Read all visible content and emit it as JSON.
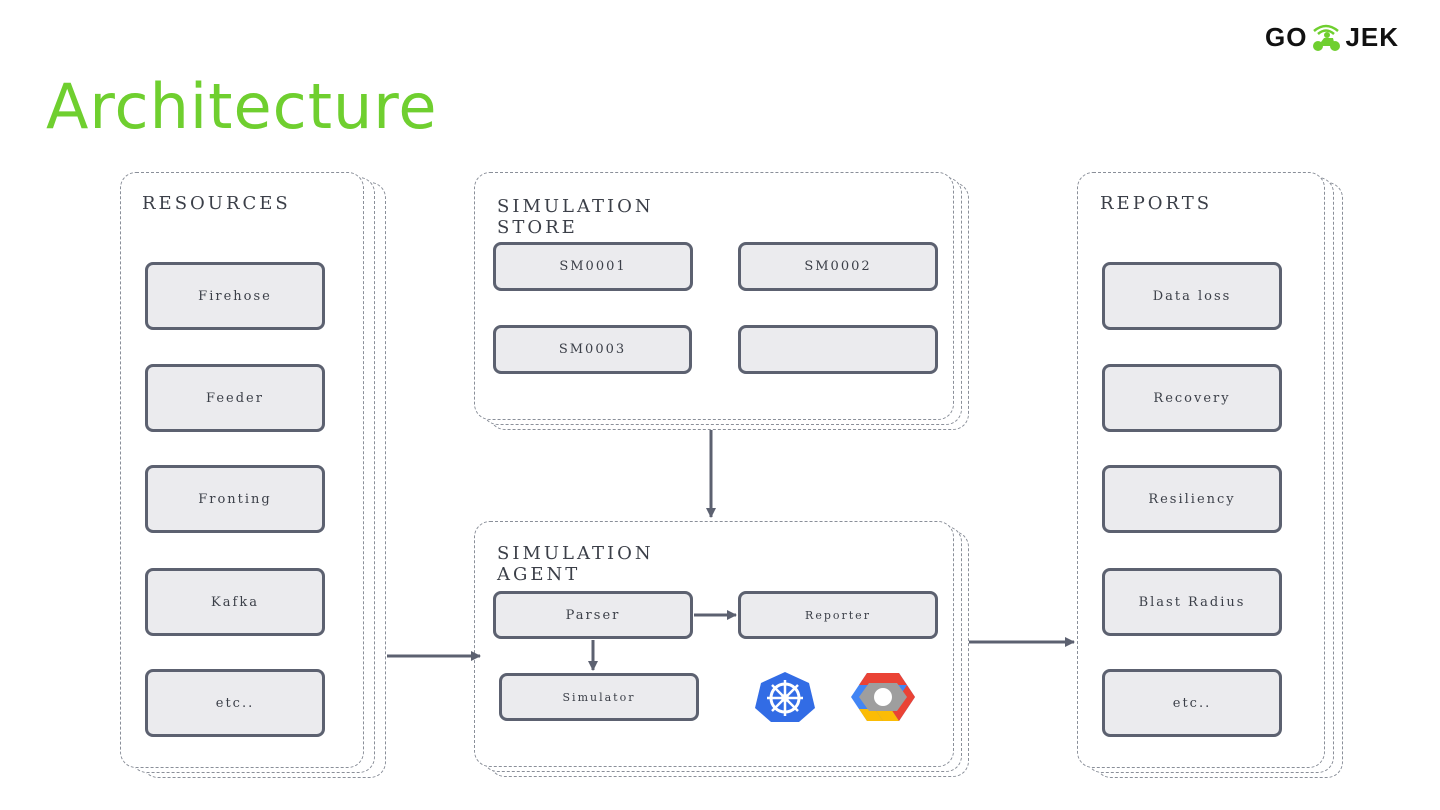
{
  "brand": {
    "logo_left": "GO",
    "logo_right": "JEK"
  },
  "slide": {
    "title": "Architecture"
  },
  "resources": {
    "title": "RESOURCES",
    "items": [
      "Firehose",
      "Feeder",
      "Fronting",
      "Kafka",
      "etc.."
    ]
  },
  "store": {
    "title": "SIMULATION STORE",
    "items": [
      "SM0001",
      "SM0002",
      "SM0003",
      ""
    ]
  },
  "agent": {
    "title": "SIMULATION AGENT",
    "parser": "Parser",
    "reporter": "Reporter",
    "simulator": "Simulator",
    "icons": [
      "kubernetes-icon",
      "google-cloud-icon"
    ]
  },
  "reports": {
    "title": "REPORTS",
    "items": [
      "Data loss",
      "Recovery",
      "Resiliency",
      "Blast Radius",
      "etc.."
    ]
  },
  "colors": {
    "title": "#6fcf2f",
    "node_border": "#5c6170",
    "node_fill": "#ebebee",
    "arrow": "#5c6170"
  }
}
